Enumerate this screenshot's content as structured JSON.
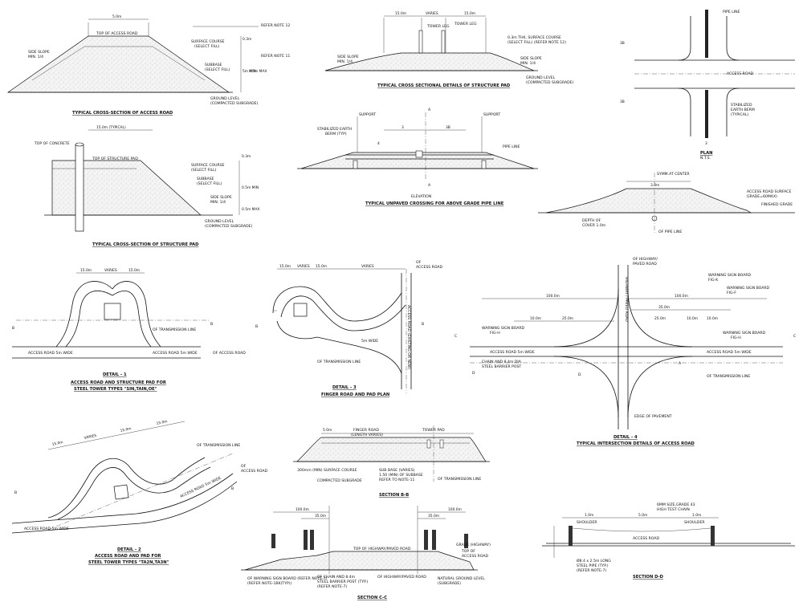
{
  "s1": {
    "title": "TYPICAL CROSS-SECTION OF ACCESS ROAD",
    "top": "TOP OF ACCESS ROAD",
    "width": "5.0m",
    "slope": [
      "SIDE SLOPE",
      "MIN. 1/4"
    ],
    "notes": [
      "REFER NOTE 12",
      "SURFACE COURSE",
      "(SELECT FILL)",
      "REFER NOTE 11",
      "SUBBASE",
      "(SELECT FILL)",
      "GROUND LEVEL",
      "(COMPACTED SUBGRADE)"
    ],
    "dims": [
      "0.3m",
      "5m MIN",
      "0.5m MAX"
    ]
  },
  "s2": {
    "title": "TYPICAL CROSS SECTIONAL DETAILS OF STRUCTURE PAD",
    "dims": [
      "15.0m",
      "VARIES",
      "15.0m"
    ],
    "labels": [
      "TOWER LEG",
      "TOWER LEG",
      "0.3m THK. SURFACE COURSE",
      "(SELECT FILL) (REFER NOTE 12)",
      "SIDE SLOPE",
      "MIN. 1/4",
      "SIDE SLOPE",
      "MIN. 1/4",
      "GROUND LEVEL",
      "(COMPACTED SUBGRADE)"
    ]
  },
  "s3": {
    "title": "PLAN",
    "subtitle": "N.T.S.",
    "labels": [
      "PIPE LINE",
      "ACCESS ROAD",
      "STABILIZED",
      "EARTH BERM",
      "(TYPICAL)"
    ],
    "dims": [
      "3B",
      "3B",
      "3"
    ]
  },
  "s4": {
    "title": "TYPICAL CROSS-SECTION OF STRUCTURE PAD",
    "labels": [
      "TOP OF CONCRETE",
      "15.0m (TYPICAL)",
      "TOP OF STRUCTURE PAD",
      "SURFACE COURSE",
      "(SELECT FILL)",
      "SUBBASE",
      "(SELECT FILL)",
      "SIDE SLOPE",
      "MIN. 1/4",
      "GROUND LEVEL",
      "(COMPACTED SUBGRADE)"
    ],
    "dims": [
      "0.3m",
      "0.5m MIN",
      "0.5m MAX"
    ]
  },
  "s5": {
    "title": "TYPICAL UNPAVED CROSSING FOR ABOVE GRADE PIPE LINE",
    "subtitle": "ELEVATION",
    "labels": [
      "SUPPORT",
      "SUPPORT",
      "STABILIZED EARTH",
      "BERM (TYP)",
      "PIPE LINE",
      "A",
      "A"
    ],
    "dims": [
      "3",
      "3B",
      "4"
    ]
  },
  "s6": {
    "labels": [
      "SYMM.AT CENTER",
      "ACCESS ROAD SURFACE",
      "GRADE=60MAX)",
      "FINISHED GRADE",
      "DEPTH OF",
      "COVER 1.0m",
      "OF PIPE LINE"
    ],
    "dims": [
      "3.0m"
    ]
  },
  "d1": {
    "title": "DETAIL - 1",
    "caption": [
      "ACCESS ROAD AND STRUCTURE PAD FOR",
      "STEEL TOWER TYPES \"SIN,TAIN,OE\""
    ],
    "dims": [
      "15.0m",
      "VARIES",
      "15.0m"
    ],
    "labels": [
      "OF TRANSMISSION LINE",
      "ACCESS ROAD 5m WIDE",
      "ACCESS ROAD 5m WIDE",
      "OF ACCESS ROAD",
      "B",
      "B"
    ]
  },
  "d3": {
    "title": "DETAIL - 3",
    "caption": [
      "FINGER ROAD AND PAD PLAN"
    ],
    "dims": [
      "15.0m",
      "VARIES",
      "15.0m",
      "VARIES"
    ],
    "labels": [
      "OF",
      "ACCESS ROAD",
      "5m WIDE",
      "OF TRANSMISSION LINE",
      "ACCESS ROAD (EXISTING OR NEW)",
      "B",
      "B"
    ]
  },
  "d4": {
    "title": "DETAIL - 4",
    "caption": [
      "TYPICAL INTERSECTION DETAILS OF ACCESS ROAD"
    ],
    "dims": [
      "100.0m",
      "100.0m",
      "25.0m",
      "10.0m",
      "35.0m",
      "25.0m",
      "10.0m",
      "10.0m"
    ],
    "labels": [
      "OF HIGHWAY/",
      "PAVED ROAD",
      "HIGHWAY / PAVED ROAD",
      "WARNING SIGN BOARD",
      "FIG-K",
      "WARNING SIGN BOARD",
      "FIG-F",
      "WARNING SIGN BOARD",
      "FIG-H",
      "WARNING SIGN BOARD",
      "FIG-H",
      "ACCESS ROAD 5m WIDE",
      "ACCESS ROAD 5m WIDE",
      "CHAIN AND 8.4m DIA.",
      "STEEL BARRIER POST",
      "OF TRANSMISSION LINE",
      "EDGE OF PAVEMENT",
      "C",
      "C",
      "D",
      "D",
      "A"
    ]
  },
  "d2": {
    "title": "DETAIL - 2",
    "caption": [
      "ACCESS ROAD AND PAD FOR",
      "STEEL TOWER TYPES \"TA2N,TA3N\""
    ],
    "dims": [
      "15.0m",
      "VARIES",
      "15.0m",
      "15.0m"
    ],
    "labels": [
      "OF TRANSMISSION LINE",
      "OF",
      "ACCESS ROAD",
      "ACCESS ROAD 5m WIDE",
      "ACCESS ROAD 5m WIDE",
      "B",
      "B"
    ]
  },
  "sbb": {
    "title": "SECTION B-B",
    "labels": [
      "FINGER ROAD",
      "(LENGTH VARIES)",
      "TOWER PAD",
      "300mm (MIN) SURFACE COURSE",
      "SUB BASE (VARIES)",
      "1.50 (MIN) OF SUBBASE",
      "REFER TO NOTE-11",
      "COMPACTED SUBGRADE",
      "OF TRANSMISSION LINE"
    ],
    "dims": [
      "5.0m"
    ]
  },
  "scc": {
    "title": "SECTION C-C",
    "dims": [
      "100.0m",
      "35.0m",
      "100.0m",
      "35.0m"
    ],
    "labels": [
      "TOP OF HIGHWAY/PAVED ROAD",
      "GRADE (HIGHWAY)",
      "TOP OF",
      "ACCESS ROAD",
      "OF WARNING SIGN BOARD (REFER NOTE-7)",
      "(REFER NOTE-1BK(TYP))",
      "OF CHAIN AND 8.4m",
      "STEEL BARRIER POST (TYP.)",
      "(REFER NOTE-7)",
      "OF HIGHWAY/PAVED ROAD",
      "NATURAL GROUND LEVEL",
      "(SUBGRADE)"
    ]
  },
  "sdd": {
    "title": "SECTION D-D",
    "labels": [
      "6MM SIZE,GRADE 43",
      "HIGH TEST CHAIN",
      "SHOULDER",
      "SHOULDER",
      "ACCESS ROAD",
      "Ø8.4 x 2.5m LONG",
      "STEEL PIPE (TYP.)",
      "(REFER NOTE-7)"
    ],
    "dims": [
      "1.0m",
      "5.0m",
      "1.0m"
    ]
  }
}
